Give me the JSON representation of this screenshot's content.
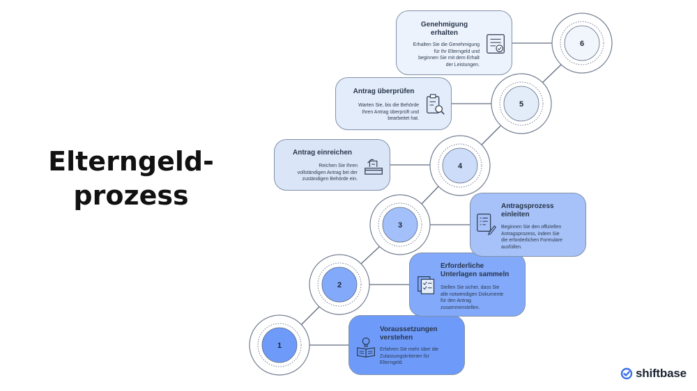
{
  "title": {
    "line1": "Elterngeld-",
    "line2": "prozess"
  },
  "steps": [
    {
      "number": "1",
      "title_lines": [
        "Voraussetzungen",
        "verstehen"
      ],
      "desc_lines": [
        "Erfahren Sie mehr über die",
        "Zulassungskriterien für",
        "Elterngeld."
      ],
      "icon": "book-lightbulb-icon"
    },
    {
      "number": "2",
      "title_lines": [
        "Erforderliche",
        "Unterlagen sammeln"
      ],
      "desc_lines": [
        "Stellen Sie sicher, dass Sie",
        "alle notwendigen Dokumente",
        "für den Antrag",
        "zusammenstellen."
      ],
      "icon": "documents-checklist-icon"
    },
    {
      "number": "3",
      "title_lines": [
        "Antragsprozess",
        "einleiten"
      ],
      "desc_lines": [
        "Beginnen Sie den offiziellen",
        "Antragsprozess, indem Sie",
        "die erforderlichen Formulare",
        "ausfüllen."
      ],
      "icon": "form-pen-icon"
    },
    {
      "number": "4",
      "title_lines": [
        "Antrag einreichen"
      ],
      "desc_lines": [
        "Reichen Sie Ihren",
        "vollständigen Antrag bei der",
        "zuständigen Behörde ein."
      ],
      "icon": "submit-tray-icon"
    },
    {
      "number": "5",
      "title_lines": [
        "Antrag überprüfen"
      ],
      "desc_lines": [
        "Warten Sie, bis die Behörde",
        "Ihren Antrag überprüft und",
        "bearbeitet hat."
      ],
      "icon": "clipboard-search-icon"
    },
    {
      "number": "6",
      "title_lines": [
        "Genehmigung",
        "erhalten"
      ],
      "desc_lines": [
        "Erhalten Sie die Genehmigung",
        "für Ihr Elterngeld und",
        "beginnen Sie mit dem Erhalt",
        "der Leistungen."
      ],
      "icon": "certificate-check-icon"
    }
  ],
  "colors": {
    "circles": [
      "#6e9bfa",
      "#82a9fa",
      "#a3c0fb",
      "#cddcf8",
      "#e3ecf9",
      "#f1f5fc"
    ],
    "boxes": [
      "#6e9bfa",
      "#82a9fa",
      "#a7c2f8",
      "#dbe5f8",
      "#e3ecfa",
      "#edf3fd"
    ]
  },
  "brand": {
    "name": "shiftbase",
    "color": "#3b6fe8",
    "icon": "shiftbase-check-icon"
  }
}
